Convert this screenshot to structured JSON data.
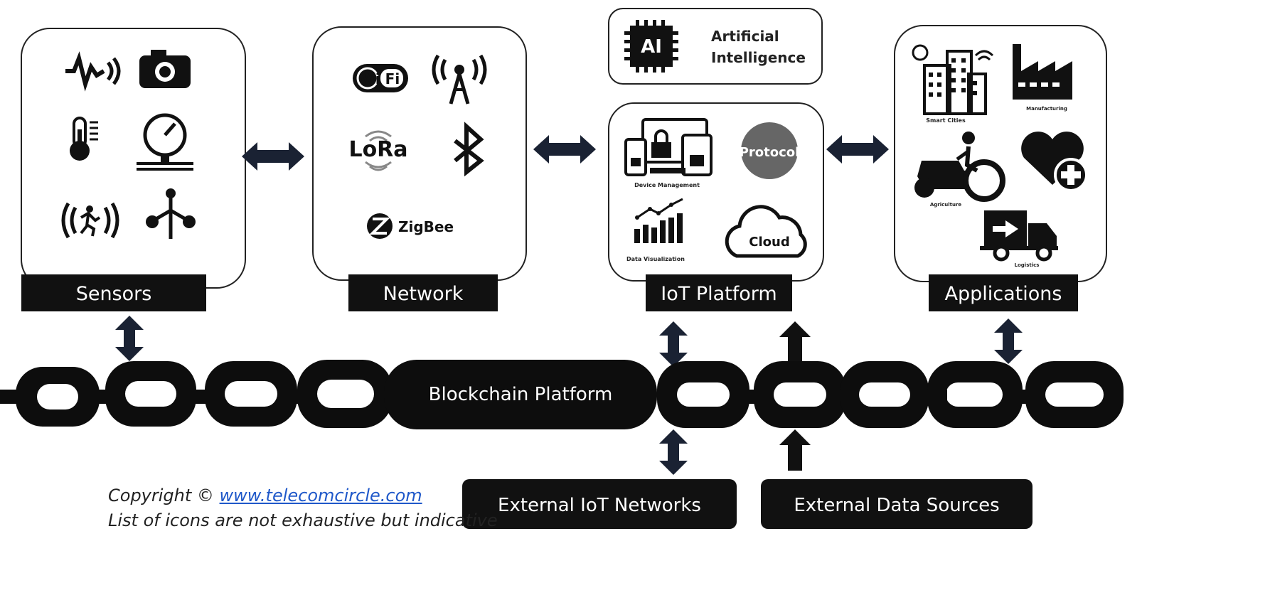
{
  "boxes": {
    "sensors": {
      "label": "Sensors"
    },
    "network": {
      "label": "Network",
      "wifi_text": "Wi Fi",
      "lora_text": "LoRa",
      "zigbee_text": "ZigBee"
    },
    "ai": {
      "chip_text": "AI",
      "line1": "Artificial",
      "line2": "Intelligence"
    },
    "platform": {
      "label": "IoT Platform",
      "device_management": "Device Management",
      "protocol": "Protocol",
      "data_visualization": "Data Visualization",
      "cloud": "Cloud"
    },
    "applications": {
      "label": "Applications",
      "smart_cities": "Smart Cities",
      "manufacturing": "Manufacturing",
      "agriculture": "Agriculture",
      "logistics": "Logistics"
    }
  },
  "blockchain": {
    "label": "Blockchain Platform"
  },
  "external": {
    "iot_networks": "External IoT Networks",
    "data_sources": "External Data Sources"
  },
  "footer": {
    "copyright_prefix": "Copyright ©",
    "link": "www.telecomcircle.com",
    "note": "List of icons are not exhaustive but indicative"
  },
  "colors": {
    "ink": "#111111",
    "box_stroke": "#222222",
    "chain": "#0d0d0d",
    "arrow": "#1a2233",
    "link": "#1f58c9"
  }
}
